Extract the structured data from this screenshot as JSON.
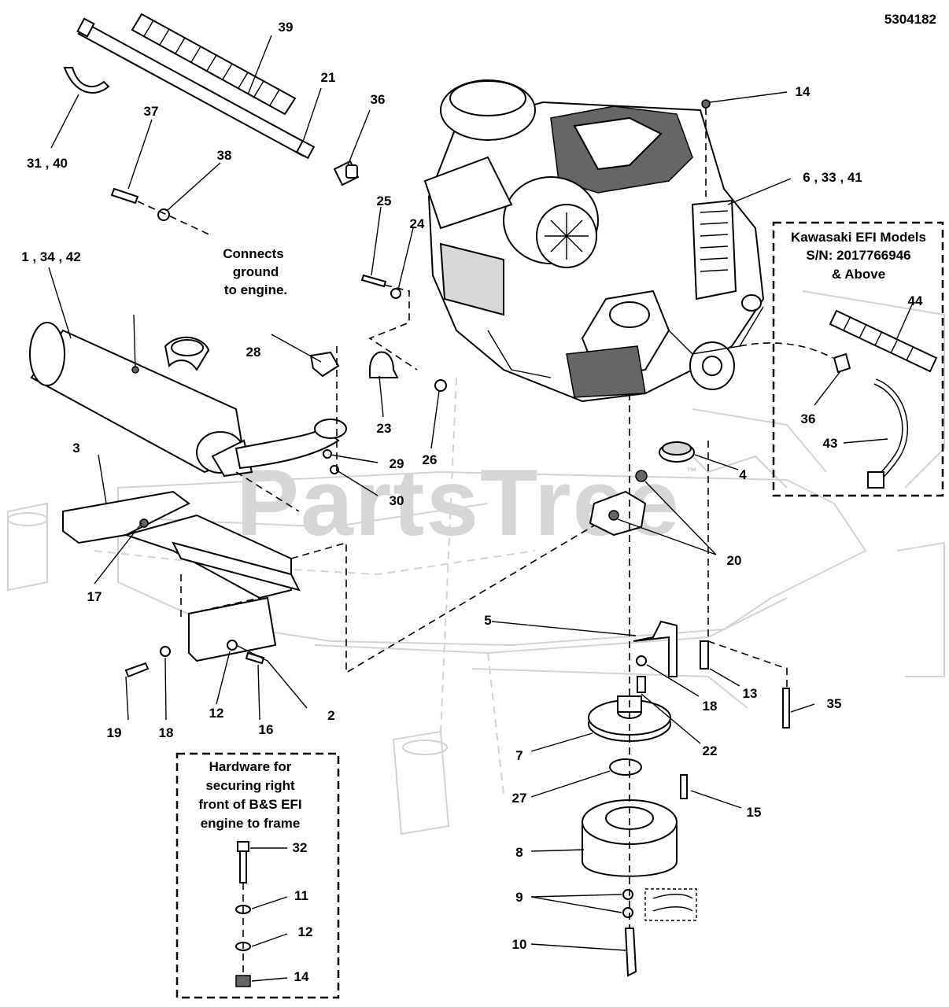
{
  "diagram_id": "5304182",
  "watermark": "PartsTree",
  "watermark_tm": "™",
  "callouts": {
    "c1": "1 , 34 , 42",
    "c2": "2",
    "c3": "3",
    "c4": "4",
    "c5": "5",
    "c6": "6 , 33 , 41",
    "c7": "7",
    "c8": "8",
    "c9": "9",
    "c10": "10",
    "c11": "11",
    "c12a": "12",
    "c12b": "12",
    "c13": "13",
    "c14a": "14",
    "c14b": "14",
    "c15": "15",
    "c16": "16",
    "c17": "17",
    "c18a": "18",
    "c18b": "18",
    "c19": "19",
    "c20": "20",
    "c21": "21",
    "c22": "22",
    "c23": "23",
    "c24": "24",
    "c25": "25",
    "c26": "26",
    "c27": "27",
    "c28": "28",
    "c29": "29",
    "c30": "30",
    "c31": "31 , 40",
    "c32": "32",
    "c35": "35",
    "c36a": "36",
    "c36b": "36",
    "c37": "37",
    "c38": "38",
    "c39": "39",
    "c43": "43",
    "c44": "44"
  },
  "notes": {
    "ground": [
      "Connects",
      "ground",
      "to engine."
    ],
    "kawasaki": [
      "Kawasaki EFI Models",
      "S/N: 2017766946",
      "& Above"
    ],
    "hardware": [
      "Hardware for",
      "securing right",
      "front of B&S EFI",
      "engine to frame"
    ]
  }
}
